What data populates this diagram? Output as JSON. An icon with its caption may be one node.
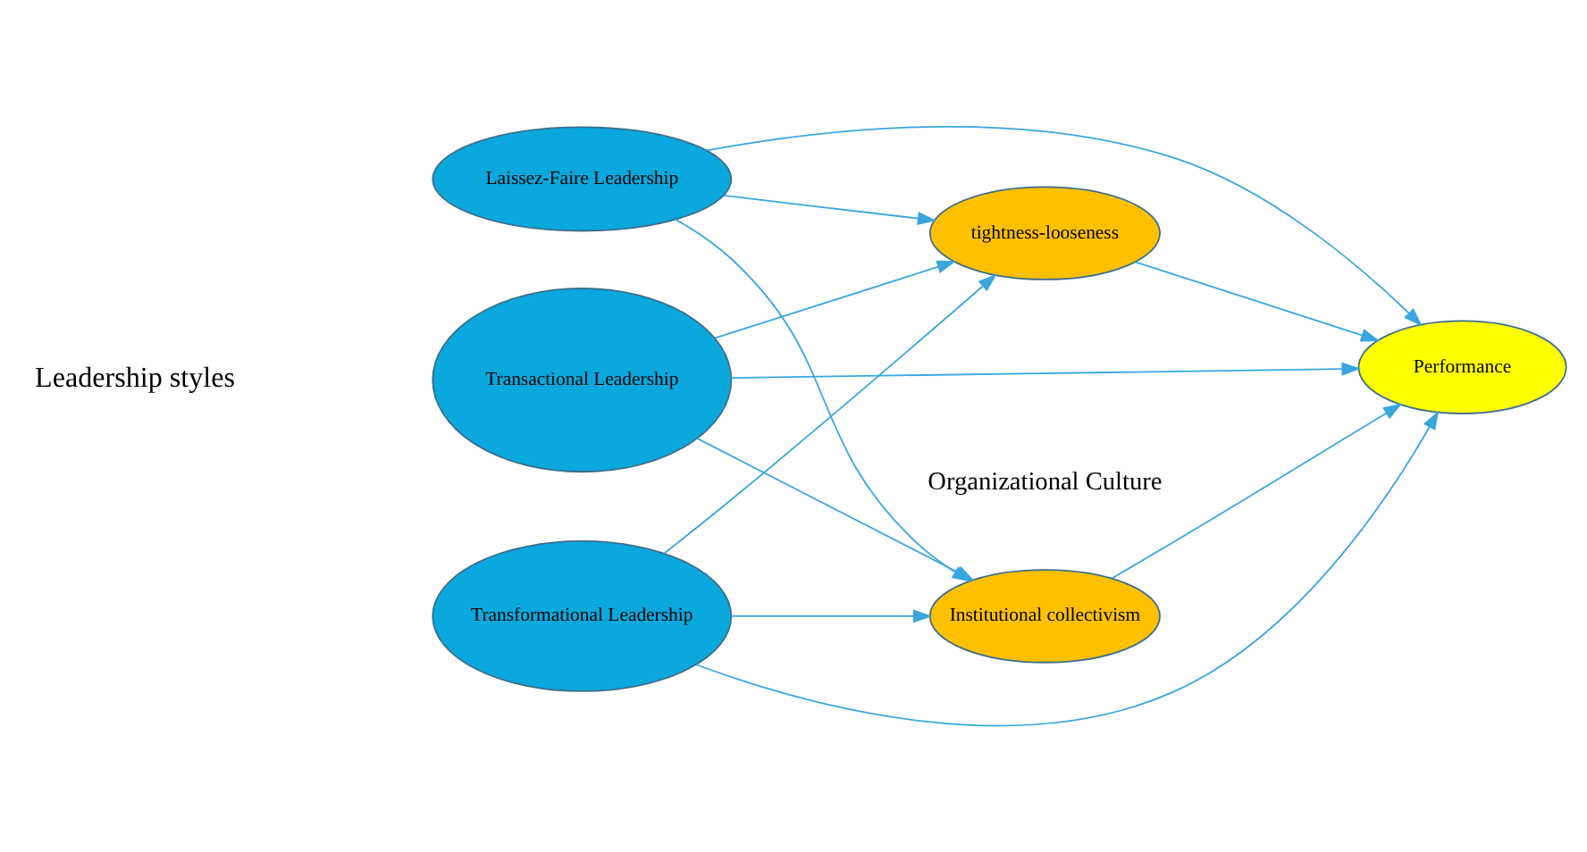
{
  "diagram": {
    "nodes": [
      {
        "text": [
          "Transformational Leadership"
        ]
      },
      {
        "text": [
          "Transactional Leadership"
        ]
      },
      {
        "text": [
          "Laissez-Faire Leadership"
        ]
      },
      {
        "text": [
          "Institutional collectivism"
        ]
      },
      {
        "text": [
          "tightness-looseness"
        ]
      },
      {
        "text": [
          "Performance"
        ]
      }
    ],
    "edges": [
      {
        "from": 0,
        "to": 3,
        "arrow": "to"
      },
      {
        "from": 0,
        "to": 5,
        "arrow": "to"
      },
      {
        "from": 0,
        "to": 4,
        "arrow": "to"
      },
      {
        "from": 1,
        "to": 3,
        "arrow": "to"
      },
      {
        "from": 1,
        "to": 5,
        "arrow": "to"
      },
      {
        "from": 1,
        "to": 4,
        "arrow": "to"
      },
      {
        "from": 2,
        "to": 3,
        "arrow": "to"
      },
      {
        "from": 2,
        "to": 5,
        "arrow": "to"
      },
      {
        "from": 2,
        "to": 4,
        "arrow": "to"
      },
      {
        "from": 3,
        "to": 5,
        "arrow": "to"
      },
      {
        "from": 4,
        "to": 5,
        "arrow": "to"
      }
    ],
    "labels": [
      "Leadership styles",
      "Organizational Culture"
    ]
  }
}
